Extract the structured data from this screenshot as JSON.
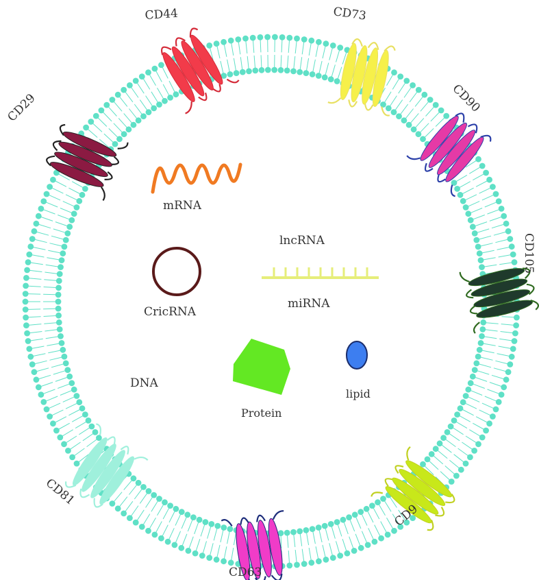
{
  "markers": [
    {
      "label": "CD44",
      "fill": "#f23b4a",
      "loop": "#d42a38"
    },
    {
      "label": "CD73",
      "fill": "#f6f04a",
      "loop": "#e8e062"
    },
    {
      "label": "CD90",
      "fill": "#e53aa6",
      "loop": "#2a3fa8"
    },
    {
      "label": "CD105",
      "fill": "#1f3a2c",
      "loop": "#2f6a20"
    },
    {
      "label": "CD29",
      "fill": "#8b1a42",
      "loop": "#222222"
    },
    {
      "label": "CD81",
      "fill": "#9ff0dc",
      "loop": "#9ff0dc"
    },
    {
      "label": "CD63",
      "fill": "#f03cc8",
      "loop": "#1c2c7a"
    },
    {
      "label": "CD9",
      "fill": "#c8e81a",
      "loop": "#c0d020"
    }
  ],
  "cargo": {
    "mrna": "mRNA",
    "lncrna": "lncRNA",
    "mirna": "miRNA",
    "circrna": "CricRNA",
    "dna": "DNA",
    "protein": "Protein",
    "lipid": "lipid"
  },
  "colors": {
    "membrane": "#5fe0c6",
    "mrna": "#f07a22",
    "circrna": "#5a1a1a",
    "mirna": "#e6ee7a",
    "protein": "#63e823",
    "lipid": "#3d7ef0"
  }
}
